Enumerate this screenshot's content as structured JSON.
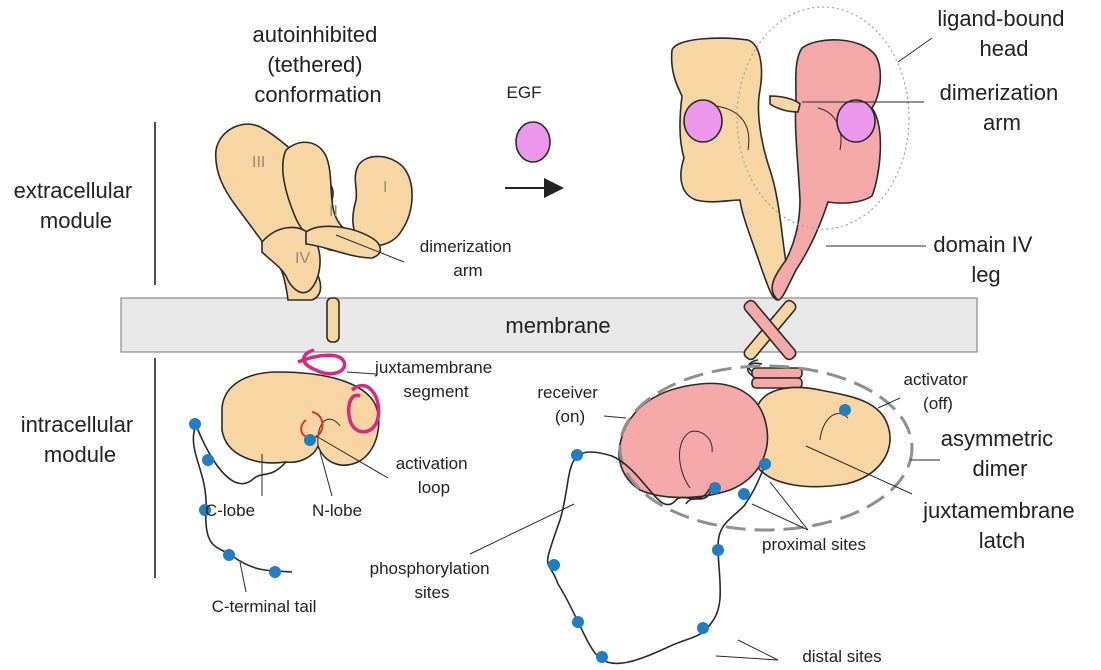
{
  "labels": {
    "autoinhibited": [
      "autoinhibited",
      "(tethered)",
      "conformation"
    ],
    "egf": "EGF",
    "ligand_bound_head": [
      "ligand-bound",
      "head"
    ],
    "dimerization_arm_right": [
      "dimerization",
      "arm"
    ],
    "extracellular_module": [
      "extracellular",
      "module"
    ],
    "dimerization_arm_left": [
      "dimerization",
      "arm"
    ],
    "domain_iv_leg": [
      "domain IV",
      "leg"
    ],
    "membrane": "membrane",
    "intracellular_module": [
      "intracellular",
      "module"
    ],
    "juxtamembrane_segment": [
      "juxtamembrane",
      "segment"
    ],
    "activation_loop": [
      "activation",
      "loop"
    ],
    "c_lobe": "C-lobe",
    "n_lobe": "N-lobe",
    "c_terminal_tail": "C-terminal tail",
    "receiver": [
      "receiver",
      "(on)"
    ],
    "activator": [
      "activator",
      "(off)"
    ],
    "asymmetric_dimer": [
      "asymmetric",
      "dimer"
    ],
    "juxtamembrane_latch": [
      "juxtamembrane",
      "latch"
    ],
    "proximal_sites": "proximal sites",
    "phosphorylation_sites": [
      "phosphorylation",
      "sites"
    ],
    "distal_sites": "distal sites"
  },
  "domain_numerals": [
    "I",
    "II",
    "III",
    "IV"
  ],
  "colors": {
    "receptor_tan": "#f8d6a3",
    "receptor_pink": "#f4a9a8",
    "egf_ligand": "#ea97ec",
    "membrane": "#e8e8e8",
    "juxtamembrane_segment": "#d6297f",
    "activation_loop": "#e4332a",
    "phosphorylation_site": "#1f7ec4"
  }
}
